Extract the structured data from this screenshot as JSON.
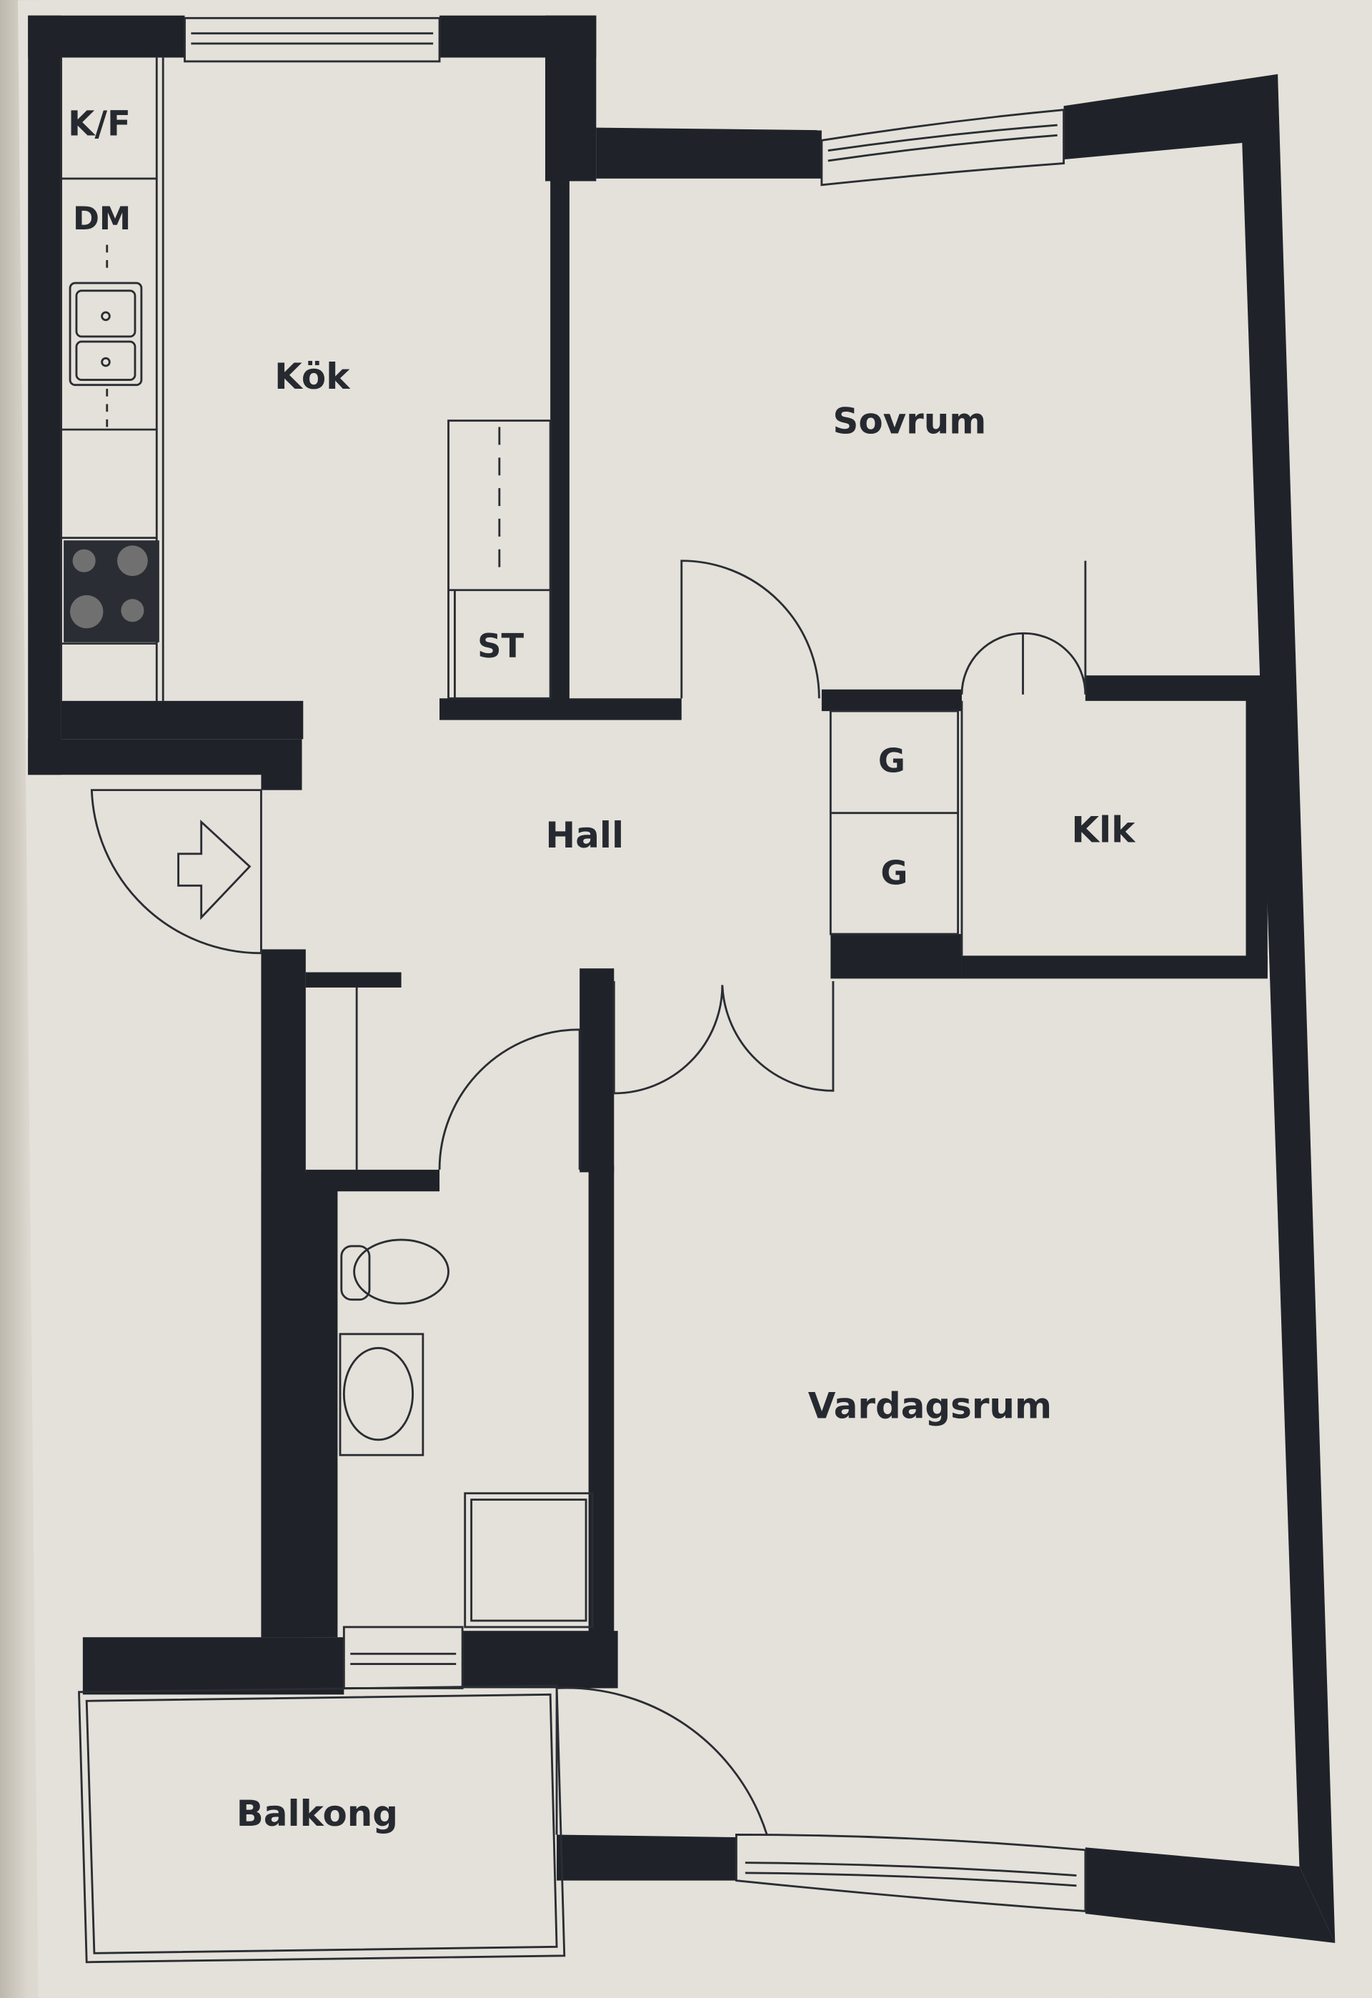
{
  "floor_plan": {
    "rooms": {
      "kitchen": "Kök",
      "bedroom": "Sovrum",
      "hall": "Hall",
      "walk_in_closet": "Klk",
      "living_room": "Vardagsrum",
      "balcony": "Balkong"
    },
    "fixtures": {
      "fridge_freezer": "K/F",
      "dishwasher": "DM",
      "storage": "ST",
      "wardrobe_1": "G",
      "wardrobe_2": "G"
    },
    "colors": {
      "wall": "#1f2329",
      "paper": "#e3e0d9",
      "line": "#2a2d33"
    }
  }
}
